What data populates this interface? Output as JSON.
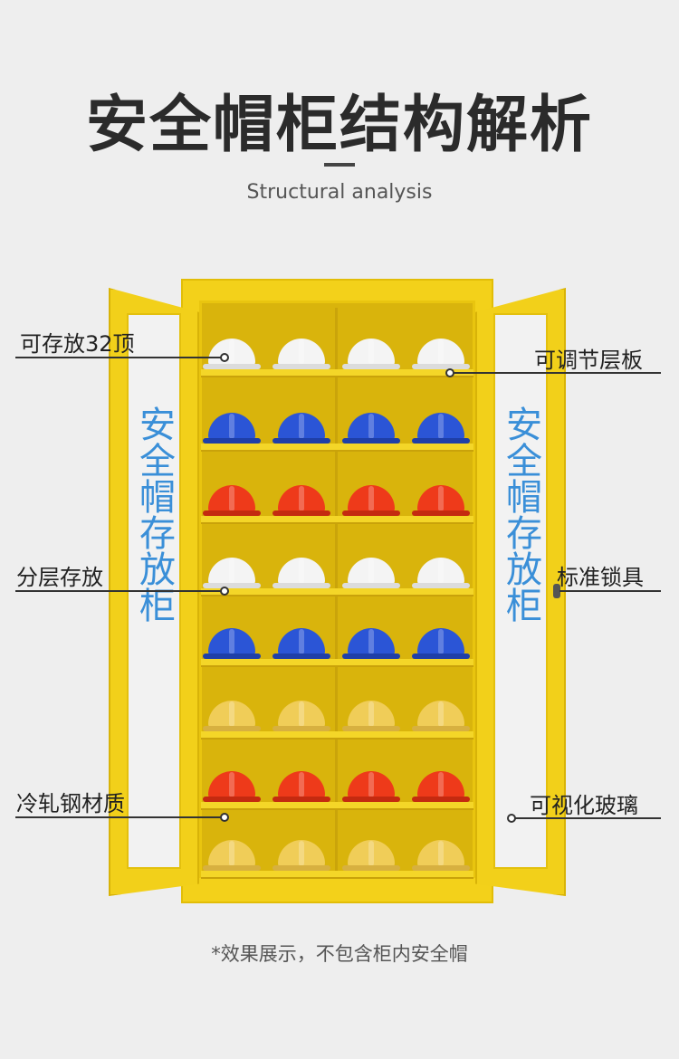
{
  "header": {
    "title": "安全帽柜结构解析",
    "subtitle": "Structural analysis"
  },
  "door_text": {
    "left": "安全帽存放柜",
    "right": "安全帽存放柜"
  },
  "helmet_rows": [
    {
      "color": "#f4f4f4",
      "brim": "#dcdcdc"
    },
    {
      "color": "#2b55d6",
      "brim": "#1f3fa8"
    },
    {
      "color": "#ee3a1a",
      "brim": "#c42a10"
    },
    {
      "color": "#f4f4f4",
      "brim": "#dcdcdc"
    },
    {
      "color": "#2b55d6",
      "brim": "#1f3fa8"
    },
    {
      "color": "#f0cd58",
      "brim": "#d7b040"
    },
    {
      "color": "#ee3a1a",
      "brim": "#c42a10"
    },
    {
      "color": "#f0cd58",
      "brim": "#d7b040"
    }
  ],
  "helmets_per_row": 4,
  "callouts": {
    "capacity": "可存放32顶",
    "adjustable_shelf": "可调节层板",
    "layered_storage": "分层存放",
    "standard_lock": "标准锁具",
    "material": "冷轧钢材质",
    "visible_glass": "可视化玻璃"
  },
  "footnote": "*效果展示，不包含柜内安全帽",
  "colors": {
    "cabinet": "#f3d11a",
    "door_text": "#3a8fd8"
  }
}
